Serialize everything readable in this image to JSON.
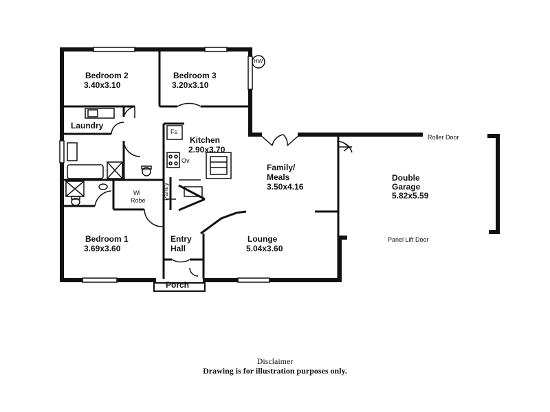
{
  "rooms": {
    "bedroom2": {
      "name": "Bedroom 2",
      "size": "3.40x3.10"
    },
    "bedroom3": {
      "name": "Bedroom 3",
      "size": "3.20x3.10"
    },
    "laundry": {
      "name": "Laundry"
    },
    "kitchen": {
      "name": "Kitchen",
      "size": "2.90x3.70"
    },
    "family": {
      "name": "Family/",
      "name2": "Meals",
      "size": "3.50x4.16"
    },
    "garage": {
      "name": "Double",
      "name2": "Garage",
      "size": "5.82x5.59"
    },
    "bedroom1": {
      "name": "Bedroom 1",
      "size": "3.69x3.60"
    },
    "entry": {
      "name": "Entry",
      "name2": "Hall"
    },
    "lounge": {
      "name": "Lounge",
      "size": "5.04x3.60"
    },
    "wiRobe": {
      "name": "Wi",
      "name2": "Robe"
    },
    "porch": {
      "name": "Porch"
    },
    "pantry": {
      "name": "Pantry"
    }
  },
  "fixtures": {
    "fridge": "Fs",
    "oven": "Ov",
    "hotWater": "HW"
  },
  "doors": {
    "roller": "Roller Door",
    "panelLift": "Panel Lift Door"
  },
  "disclaimer": {
    "title": "Disclaimer",
    "text": "Drawing is for illustration purposes only."
  }
}
